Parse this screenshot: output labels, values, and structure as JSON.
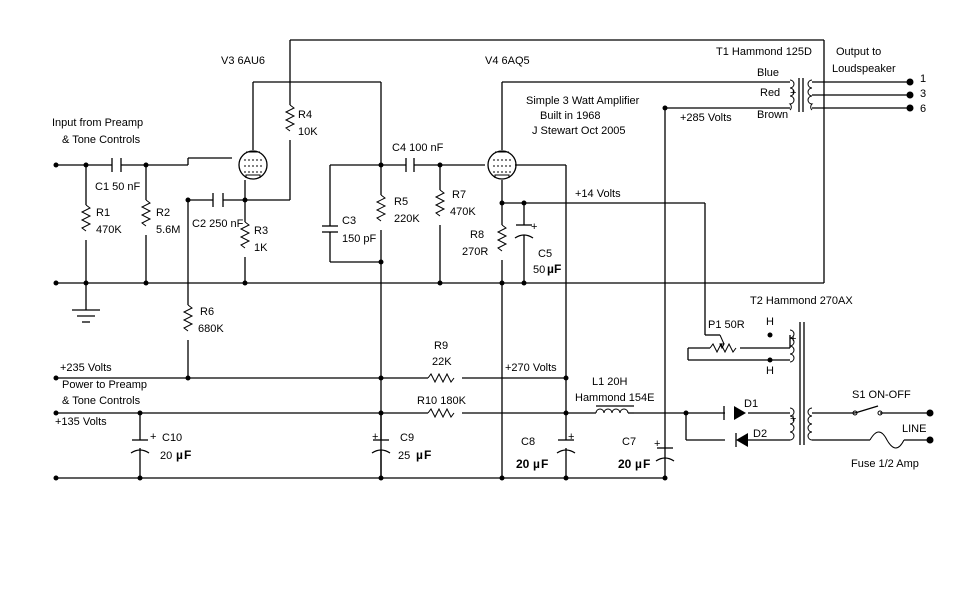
{
  "labels": {
    "v3": "V3 6AU6",
    "v4": "V4 6AQ5",
    "t1": "T1 Hammond 125D",
    "output1": "Output to",
    "output2": "Loudspeaker",
    "blue": "Blue",
    "red": "Red",
    "brown": "Brown",
    "tap1": "1",
    "tap3": "3",
    "tap6": "6",
    "title1": "Simple 3 Watt Amplifier",
    "title2": "Built in 1968",
    "title3": "J Stewart Oct 2005",
    "plus285": "+285 Volts",
    "input1": "Input from Preamp",
    "input2": "& Tone Controls",
    "c1": "C1 50 nF",
    "r1a": "R1",
    "r1b": "470K",
    "r2a": "R2",
    "r2b": "5.6M",
    "r4a": "R4",
    "r4b": "10K",
    "c2": "C2 250 nF",
    "r3a": "R3",
    "r3b": "1K",
    "c4": "C4 100 nF",
    "c3a": "C3",
    "c3b": "150 pF",
    "r5a": "R5",
    "r5b": "220K",
    "r7a": "R7",
    "r7b": "470K",
    "r8a": "R8",
    "r8b": "270R",
    "c5a": "C5",
    "c5b": "50",
    "plus14": "+14 Volts",
    "t2": "T2 Hammond 270AX",
    "p1": "P1 50R",
    "h1": "H",
    "h2": "H",
    "r6a": "R6",
    "r6b": "680K",
    "r9a": "R9",
    "r9b": "22K",
    "plus235": "+235 Volts",
    "plus270": "+270 Volts",
    "power1": "Power to Preamp",
    "power2": "& Tone Controls",
    "r10": "R10  180K",
    "plus135": "+135 Volts",
    "l1a": "L1 20H",
    "l1b": "Hammond 154E",
    "d1": "D1",
    "d2": "D2",
    "s1": "S1 ON-OFF",
    "line": "LINE",
    "fuse": "Fuse  1/2 Amp",
    "c10a": "C10",
    "c10b": "20",
    "c9a": "C9",
    "c9b": "25",
    "c8a": "C8",
    "c8b": "20",
    "c7a": "C7",
    "c7b": "20",
    "plus": "+",
    "mu": "µ",
    "F": "F"
  }
}
